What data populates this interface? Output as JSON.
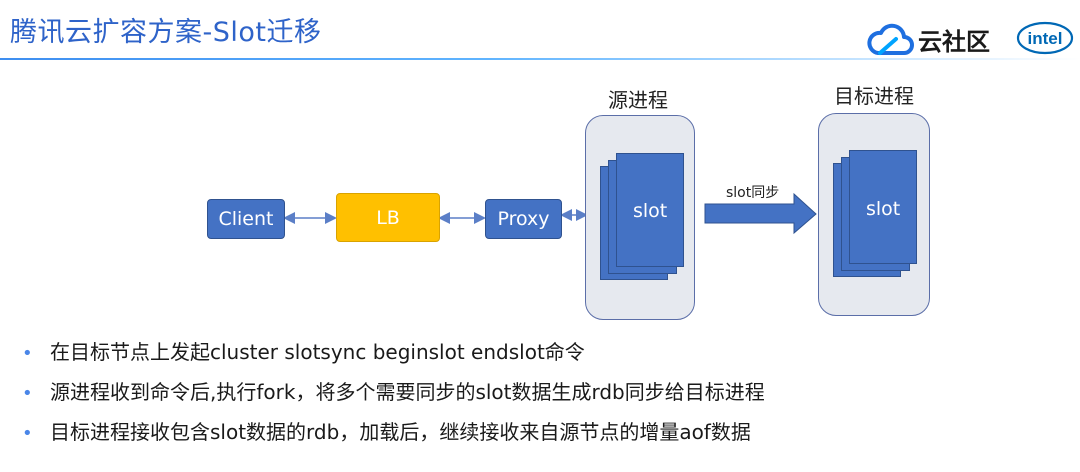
{
  "header": {
    "title": "腾讯云扩容方案-Slot迁移",
    "brand_text": "云社区",
    "partner_logo": "intel"
  },
  "icons": {
    "brand": "tencent-cloud-icon",
    "partner": "intel-logo-icon"
  },
  "diagram": {
    "nodes": {
      "client": "Client",
      "lb": "LB",
      "proxy": "Proxy"
    },
    "source_process": {
      "label": "源进程",
      "slot": "slot"
    },
    "target_process": {
      "label": "目标进程",
      "slot": "slot"
    },
    "sync_label": "slot同步"
  },
  "bullets": [
    "在目标节点上发起cluster slotsync beginslot endslot命令",
    "源进程收到命令后,执行fork，将多个需要同步的slot数据生成rdb同步给目标进程",
    "目标进程接收包含slot数据的rdb，加载后，继续接收来自源节点的增量aof数据"
  ],
  "colors": {
    "title": "#2e63c9",
    "node_blue": "#4472c4",
    "lb_gold": "#ffc000",
    "process_bg": "#e6e9ef"
  }
}
